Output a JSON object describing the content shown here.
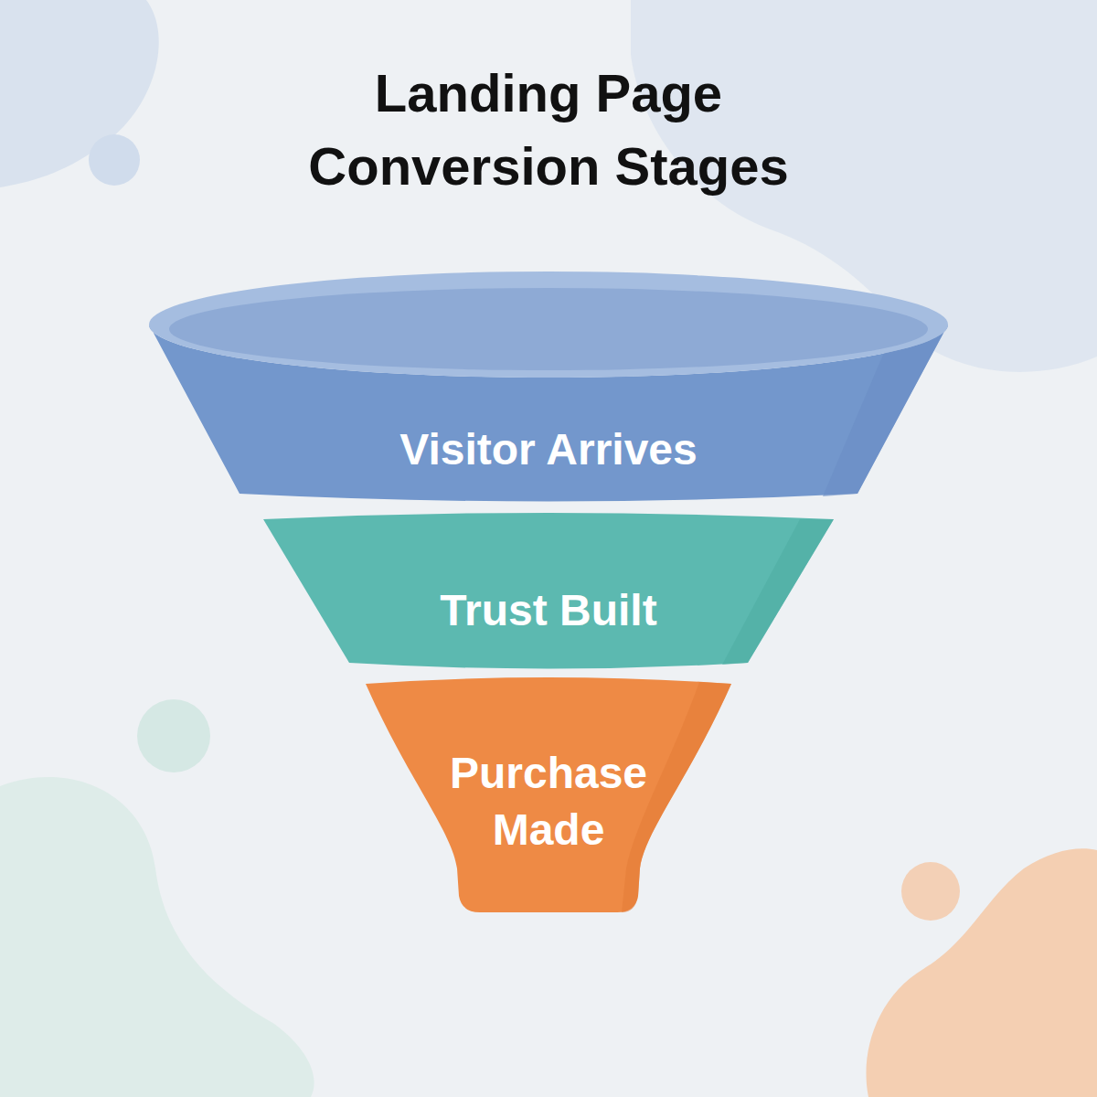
{
  "diagram": {
    "title": "Landing Page Conversion Stages",
    "nodes": [
      {
        "text": [
          "Visitor Arrives"
        ]
      },
      {
        "text": [
          "Trust Built"
        ]
      },
      {
        "text": [
          "Purchase Made"
        ]
      }
    ]
  }
}
